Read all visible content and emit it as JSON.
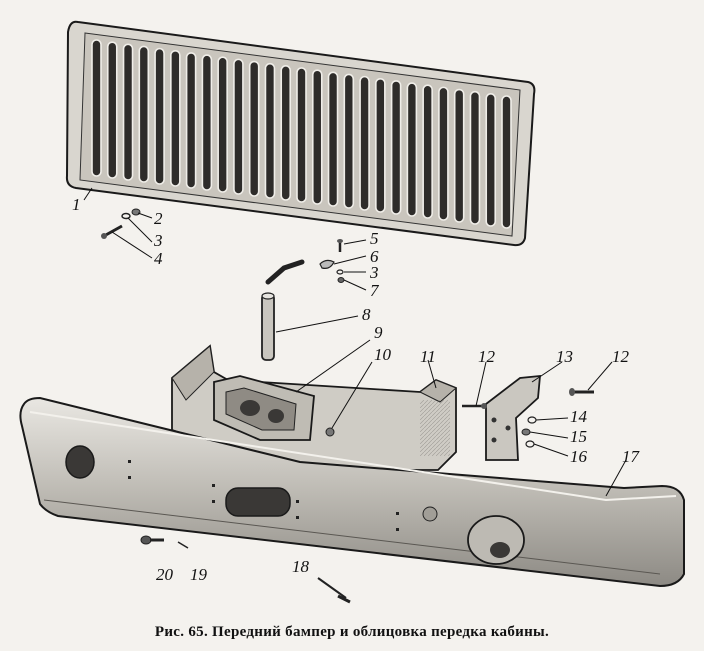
{
  "figure": {
    "caption": "Рис. 65. Передний бампер и облицовка передка кабины.",
    "callouts": [
      "1",
      "2",
      "3",
      "4",
      "5",
      "6",
      "3",
      "7",
      "8",
      "9",
      "10",
      "11",
      "12",
      "13",
      "12",
      "14",
      "15",
      "16",
      "17",
      "20",
      "19",
      "18"
    ]
  }
}
